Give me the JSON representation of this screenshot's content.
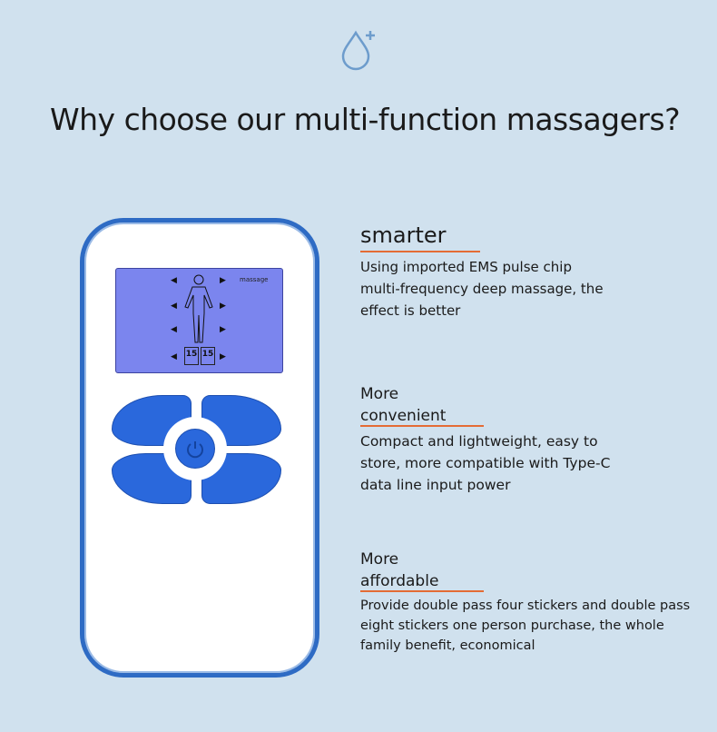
{
  "header": {
    "icon": "water-drop-plus-icon",
    "title": "Why choose our multi-function massagers?"
  },
  "device": {
    "lcd_label": "massage",
    "lcd_values": [
      "15",
      "15"
    ],
    "power_icon": "power-icon",
    "accent": "#2a68dc"
  },
  "features": [
    {
      "heading": "smarter",
      "text_lines": [
        "Using imported EMS pulse chip",
        "multi-frequency deep massage, the",
        "effect is better"
      ]
    },
    {
      "pre": "More",
      "heading": "convenient",
      "text_lines": [
        "Compact and lightweight, easy to",
        "store, more compatible with Type-C",
        "data line input power"
      ]
    },
    {
      "pre": "More",
      "heading": "affordable",
      "text_lines": [
        "Provide double pass four stickers and double pass",
        "eight stickers one person purchase, the whole",
        "family benefit, economical"
      ]
    }
  ],
  "colors": {
    "background": "#d0e1ee",
    "underline": "#e46c35",
    "device_border": "#2e6bc4"
  }
}
